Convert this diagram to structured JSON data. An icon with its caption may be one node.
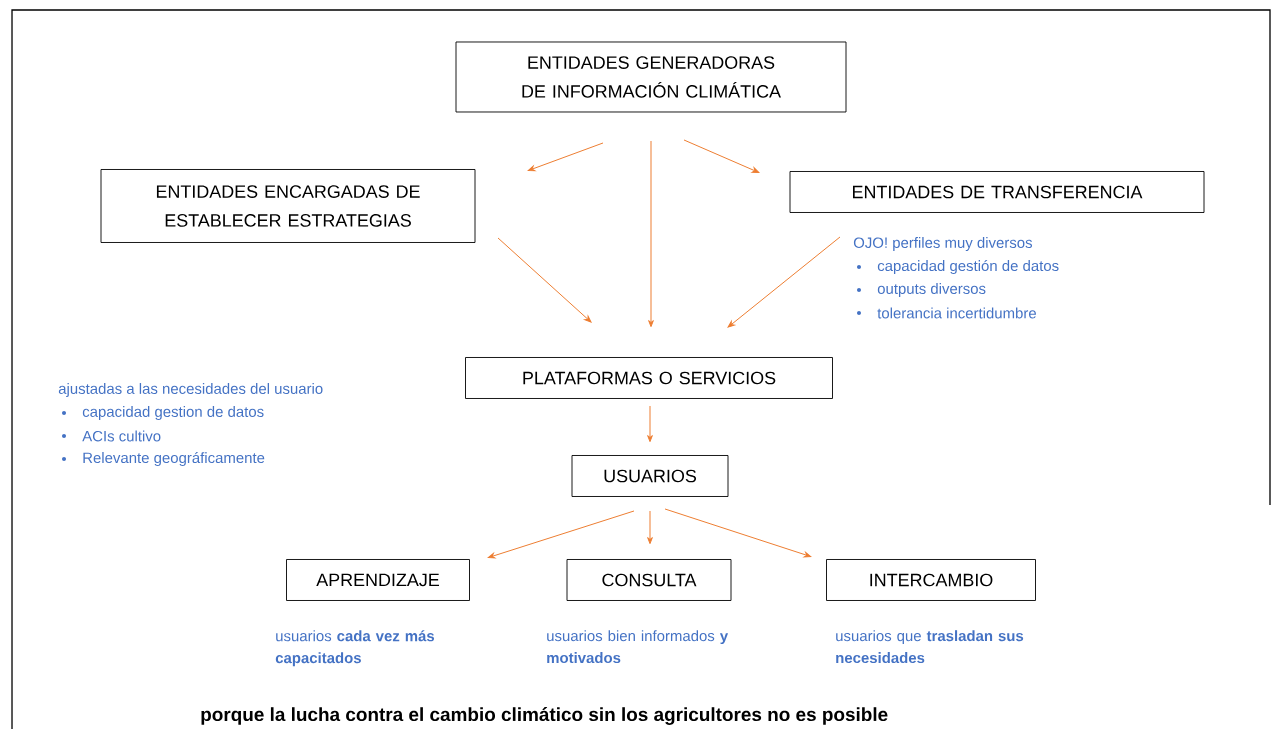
{
  "diagram": {
    "caption": "porque la lucha contra el cambio climático sin los agricultores no es posible",
    "nodes": [
      {
        "text": [
          "ENTIDADES GENERADORAS DE INFORMACIÓN CLIMÁTICA"
        ]
      },
      {
        "text": [
          "ENTIDADES ENCARGADAS DE ESTABLECER ESTRATEGIAS"
        ]
      },
      {
        "text": [
          "ENTIDADES DE TRANSFERENCIA"
        ],
        "beside": [
          "OJO! perfiles muy diversos",
          "capacidad gestión de datos",
          "outputs diversos",
          "tolerancia incertidumbre"
        ]
      },
      {
        "text": [
          "PLATAFORMAS O SERVICIOS"
        ],
        "beside": [
          "ajustadas a las necesidades del usuario",
          "capacidad gestion de datos",
          "ACIs cultivo",
          "Relevante geográficamente"
        ]
      },
      {
        "text": [
          "USUARIOS"
        ]
      },
      {
        "text": [
          "APRENDIZAJE"
        ],
        "beside": [
          "usuarios **cada vez más capacitados**"
        ]
      },
      {
        "text": [
          "CONSULTA"
        ],
        "beside": [
          "usuarios bien informados **y motivados**"
        ]
      },
      {
        "text": [
          "INTERCAMBIO"
        ],
        "beside": [
          "usuarios que **trasladan sus necesidades**"
        ]
      }
    ],
    "edges": [
      {
        "from": 0,
        "to": 1,
        "arrow": "to"
      },
      {
        "from": 0,
        "to": 3,
        "arrow": "to"
      },
      {
        "from": 0,
        "to": 2,
        "arrow": "to"
      },
      {
        "from": 1,
        "to": 3,
        "arrow": "to"
      },
      {
        "from": 2,
        "to": 3,
        "arrow": "to"
      },
      {
        "from": 3,
        "to": 4,
        "arrow": "to"
      },
      {
        "from": 4,
        "to": 5,
        "arrow": "to"
      },
      {
        "from": 4,
        "to": 6,
        "arrow": "to"
      },
      {
        "from": 4,
        "to": 7,
        "arrow": "to"
      }
    ]
  }
}
